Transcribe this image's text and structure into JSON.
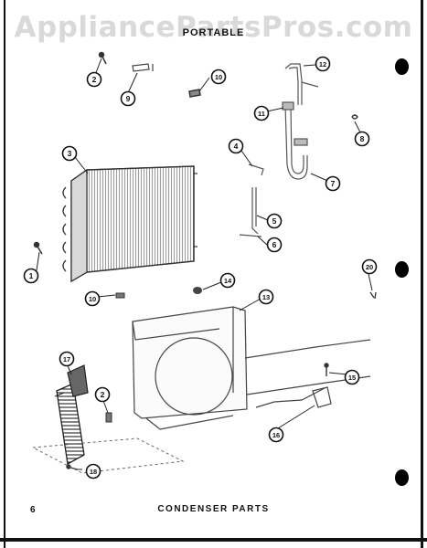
{
  "watermark": "AppliancePartsPros.com",
  "header": "PORTABLE",
  "caption": "CONDENSER PARTS",
  "page_number": "6",
  "callouts": [
    {
      "id": "c1",
      "num": "1"
    },
    {
      "id": "c2a",
      "num": "2"
    },
    {
      "id": "c2b",
      "num": "2"
    },
    {
      "id": "c3",
      "num": "3"
    },
    {
      "id": "c4",
      "num": "4"
    },
    {
      "id": "c5",
      "num": "5"
    },
    {
      "id": "c6",
      "num": "6"
    },
    {
      "id": "c7",
      "num": "7"
    },
    {
      "id": "c8",
      "num": "8"
    },
    {
      "id": "c9",
      "num": "9"
    },
    {
      "id": "c10a",
      "num": "10"
    },
    {
      "id": "c10b",
      "num": "10"
    },
    {
      "id": "c11",
      "num": "11"
    },
    {
      "id": "c12",
      "num": "12"
    },
    {
      "id": "c13",
      "num": "13"
    },
    {
      "id": "c14",
      "num": "14"
    },
    {
      "id": "c15",
      "num": "15"
    },
    {
      "id": "c16",
      "num": "16"
    },
    {
      "id": "c17",
      "num": "17"
    },
    {
      "id": "c18",
      "num": "18"
    },
    {
      "id": "c20",
      "num": "20"
    }
  ]
}
